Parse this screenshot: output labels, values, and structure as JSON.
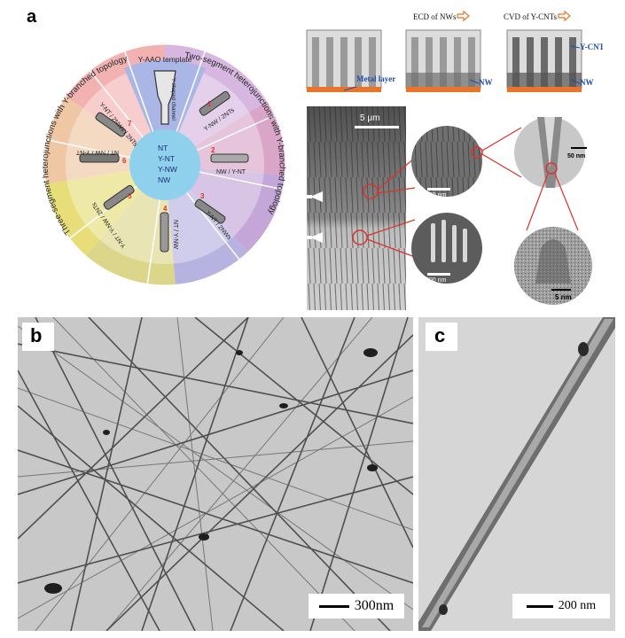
{
  "panels": {
    "a": {
      "letter": "a",
      "wheel": {
        "center_labels": [
          "NT",
          "Y-NT",
          "Y-NW",
          "NW"
        ],
        "top_label": "Y-AAO template",
        "channel_label": "Y-shaped channel",
        "ring_right": "Two-segment heterojunctions with Y-branched topology",
        "ring_left": "Three-segment heterojunctions with Y-branched topology",
        "spokes": [
          {
            "num": "1",
            "label": "Y-NW / 2NTs"
          },
          {
            "num": "2",
            "label": "NW / Y-NT"
          },
          {
            "num": "3",
            "label": "Y-NT / 2NWs"
          },
          {
            "num": "4",
            "label": "NT / Y-NW"
          },
          {
            "num": "5",
            "label": "Y-NT / Y-NW / 2NTs"
          },
          {
            "num": "6",
            "label": "NT / NW / Y-NT"
          },
          {
            "num": "7",
            "label": "Y-NT / 2NWs / 2NTs"
          }
        ]
      },
      "schematic": {
        "step1": "ECD of NWs",
        "step2": "CVD of Y-CNTs",
        "metal": "Metal layer",
        "nw1": "NW",
        "nw2": "NW",
        "ycnt": "Y-CNT"
      },
      "micrographs": {
        "sem_scale": "5 μm",
        "inset1_scale": "200 nm",
        "inset2_scale": "200 nm",
        "tem1_scale": "50 nm",
        "tem2_scale": "5 nm"
      }
    },
    "b": {
      "letter": "b",
      "scale": "300nm"
    },
    "c": {
      "letter": "c",
      "scale": "200 nm"
    }
  },
  "colors": {
    "label_blue": "#1f4ea8",
    "metal_orange": "#e8752a",
    "callout_red": "#d8342a"
  }
}
